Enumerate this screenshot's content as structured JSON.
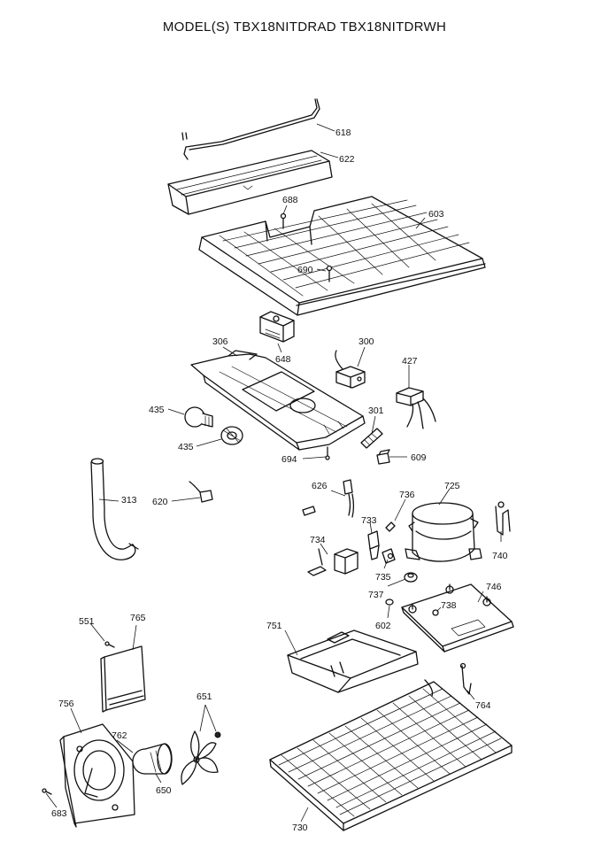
{
  "title": "MODEL(S) TBX18NITDRAD  TBX18NITDRWH",
  "labels": {
    "p618": "618",
    "p622": "622",
    "p688": "688",
    "p603": "603",
    "p690": "690",
    "p306": "306",
    "p648": "648",
    "p300": "300",
    "p427": "427",
    "p435a": "435",
    "p301": "301",
    "p435b": "435",
    "p694": "694",
    "p609": "609",
    "p313": "313",
    "p620": "620",
    "p626": "626",
    "p736": "736",
    "p725": "725",
    "p733": "733",
    "p734": "734",
    "p740": "740",
    "p735": "735",
    "p737": "737",
    "p746": "746",
    "p738": "738",
    "p551": "551",
    "p765": "765",
    "p751": "751",
    "p602": "602",
    "p756": "756",
    "p651": "651",
    "p762": "762",
    "p764": "764",
    "p650": "650",
    "p683": "683",
    "p730": "730"
  }
}
